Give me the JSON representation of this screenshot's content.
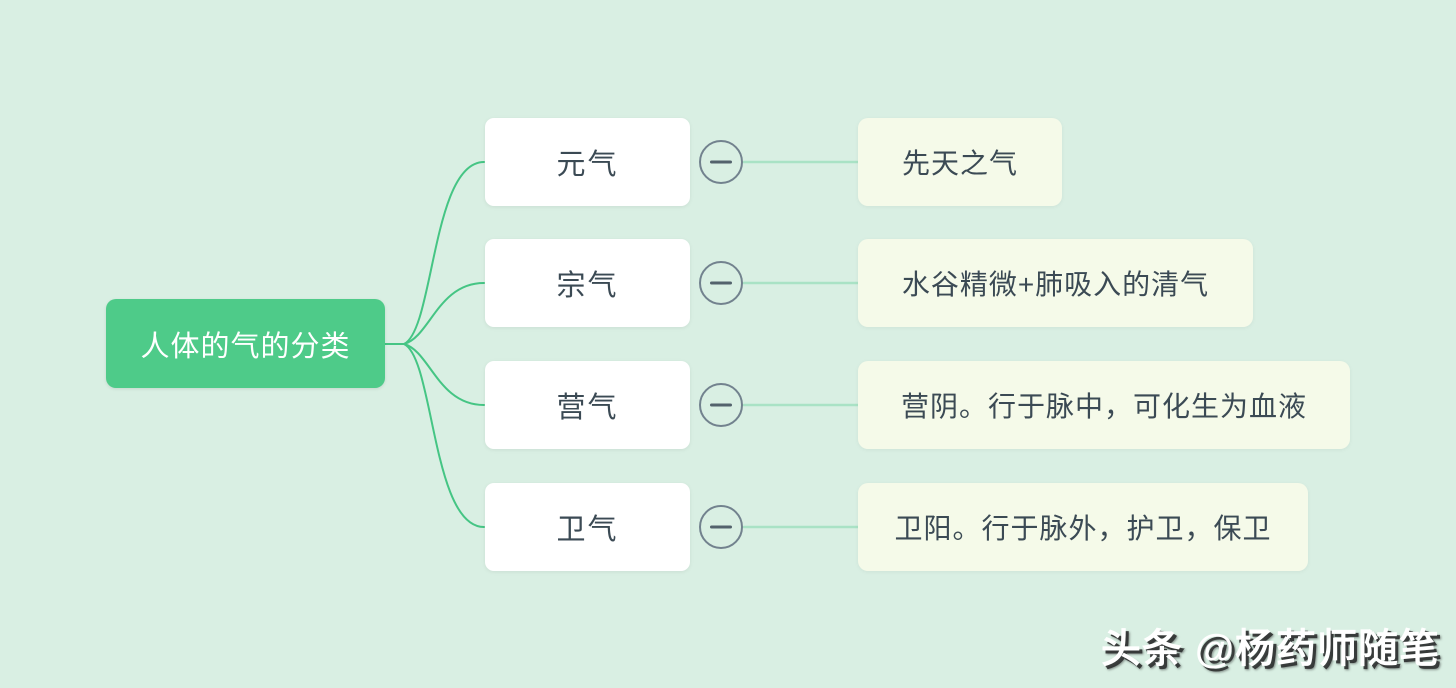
{
  "root": {
    "label": "人体的气的分类"
  },
  "branches": [
    {
      "label": "元气",
      "detail": "先天之气"
    },
    {
      "label": "宗气",
      "detail": "水谷精微+肺吸入的清气"
    },
    {
      "label": "营气",
      "detail": "营阴。行于脉中，可化生为血液"
    },
    {
      "label": "卫气",
      "detail": "卫阳。行于脉外，护卫，保卫"
    }
  ],
  "collapse_button_symbol": "minus",
  "watermark": "头条 @杨药师随笔",
  "colors": {
    "background": "#d9efe3",
    "root_bg": "#4ecb89",
    "root_text": "#ffffff",
    "node_bg": "#ffffff",
    "detail_bg": "#f5fae9",
    "node_text": "#3b4a54",
    "branch_line": "#45c584",
    "detail_line": "#a9e2c5",
    "collapse_ring": "#72828e",
    "collapse_minus": "#53626c"
  }
}
